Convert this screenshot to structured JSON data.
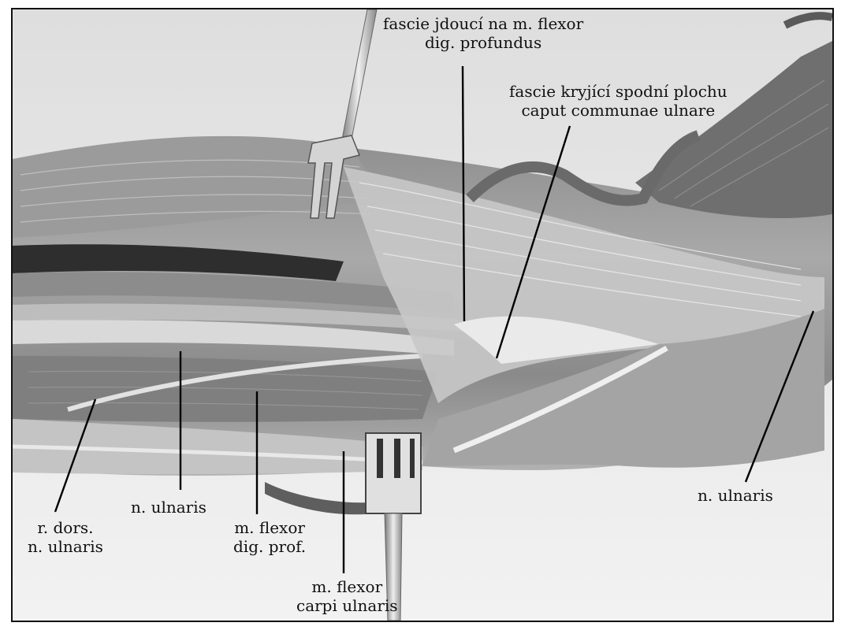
{
  "figure": {
    "labels": {
      "fascie_jdouci": [
        "fascie jdoucí na m. flexor",
        "dig. profundus"
      ],
      "fascie_kryjici": [
        "fascie kryjící spodní plochu",
        "caput communae ulnare"
      ],
      "n_ulnaris_right": [
        "n. ulnaris"
      ],
      "r_dors": [
        "r. dors.",
        "n. ulnaris"
      ],
      "n_ulnaris_center": [
        "n. ulnaris"
      ],
      "m_flexor_dig": [
        "m. flexor",
        "dig. prof."
      ],
      "m_flexor_carpi": [
        "m. flexor",
        "carpi ulnaris"
      ]
    }
  }
}
